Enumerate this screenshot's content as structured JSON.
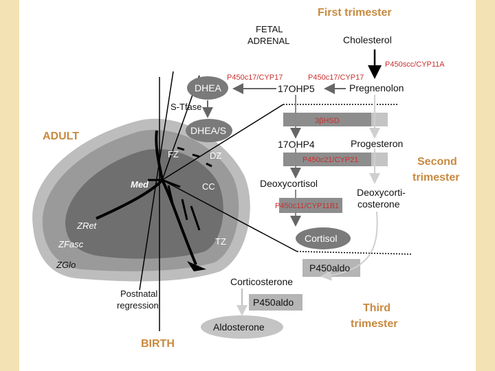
{
  "colors": {
    "background": "#f3e3b4",
    "slide": "#ffffff",
    "heading": "#c8893f",
    "enzyme": "#c8302f",
    "arrow": "#666666",
    "adrenal_outer": "#bdbdbd",
    "adrenal_mid": "#9a9a9a",
    "adrenal_inner": "#6f6f6f"
  },
  "headings": {
    "first_trimester": "First trimester",
    "second_trimester_1": "Second",
    "second_trimester_2": "trimester",
    "third_trimester_1": "Third",
    "third_trimester_2": "trimester",
    "adult": "ADULT",
    "birth": "BIRTH"
  },
  "labels": {
    "fetal_1": "FETAL",
    "fetal_2": "ADRENAL",
    "postnatal_1": "Postnatal",
    "postnatal_2": "regression",
    "s_tfase": "S-Tfase"
  },
  "zones": {
    "fz": "FZ",
    "dz": "DZ",
    "med": "Med",
    "cc": "CC",
    "zret": "ZRet",
    "zfasc": "ZFasc",
    "zglo": "ZGlo",
    "tz": "TZ"
  },
  "metabolites": {
    "cholesterol": "Cholesterol",
    "pregnenolon": "Pregnenolon",
    "ohp5": "17OHP5",
    "dhea": "DHEA",
    "dheas": "DHEA/S",
    "ohp4": "17OHP4",
    "progesteron": "Progesteron",
    "deoxycortisol": "Deoxycortisol",
    "deoxycorticosterone_1": "Deoxycorti-",
    "deoxycorticosterone_2": "costerone",
    "cortisol": "Cortisol",
    "corticosterone": "Corticosterone",
    "aldosterone": "Aldosterone"
  },
  "enzymes": {
    "p450scc": "P450scc/CYP11A",
    "p450c17_left": "P450c17/CYP17",
    "p450c17_right": "P450c17/CYP17",
    "hsd3b": "3βHSD",
    "p450c21": "P450c21/CYP21",
    "p450c11": "P450c11/CYP11B1",
    "p450aldo_1": "P450aldo",
    "p450aldo_2": "P450aldo"
  }
}
